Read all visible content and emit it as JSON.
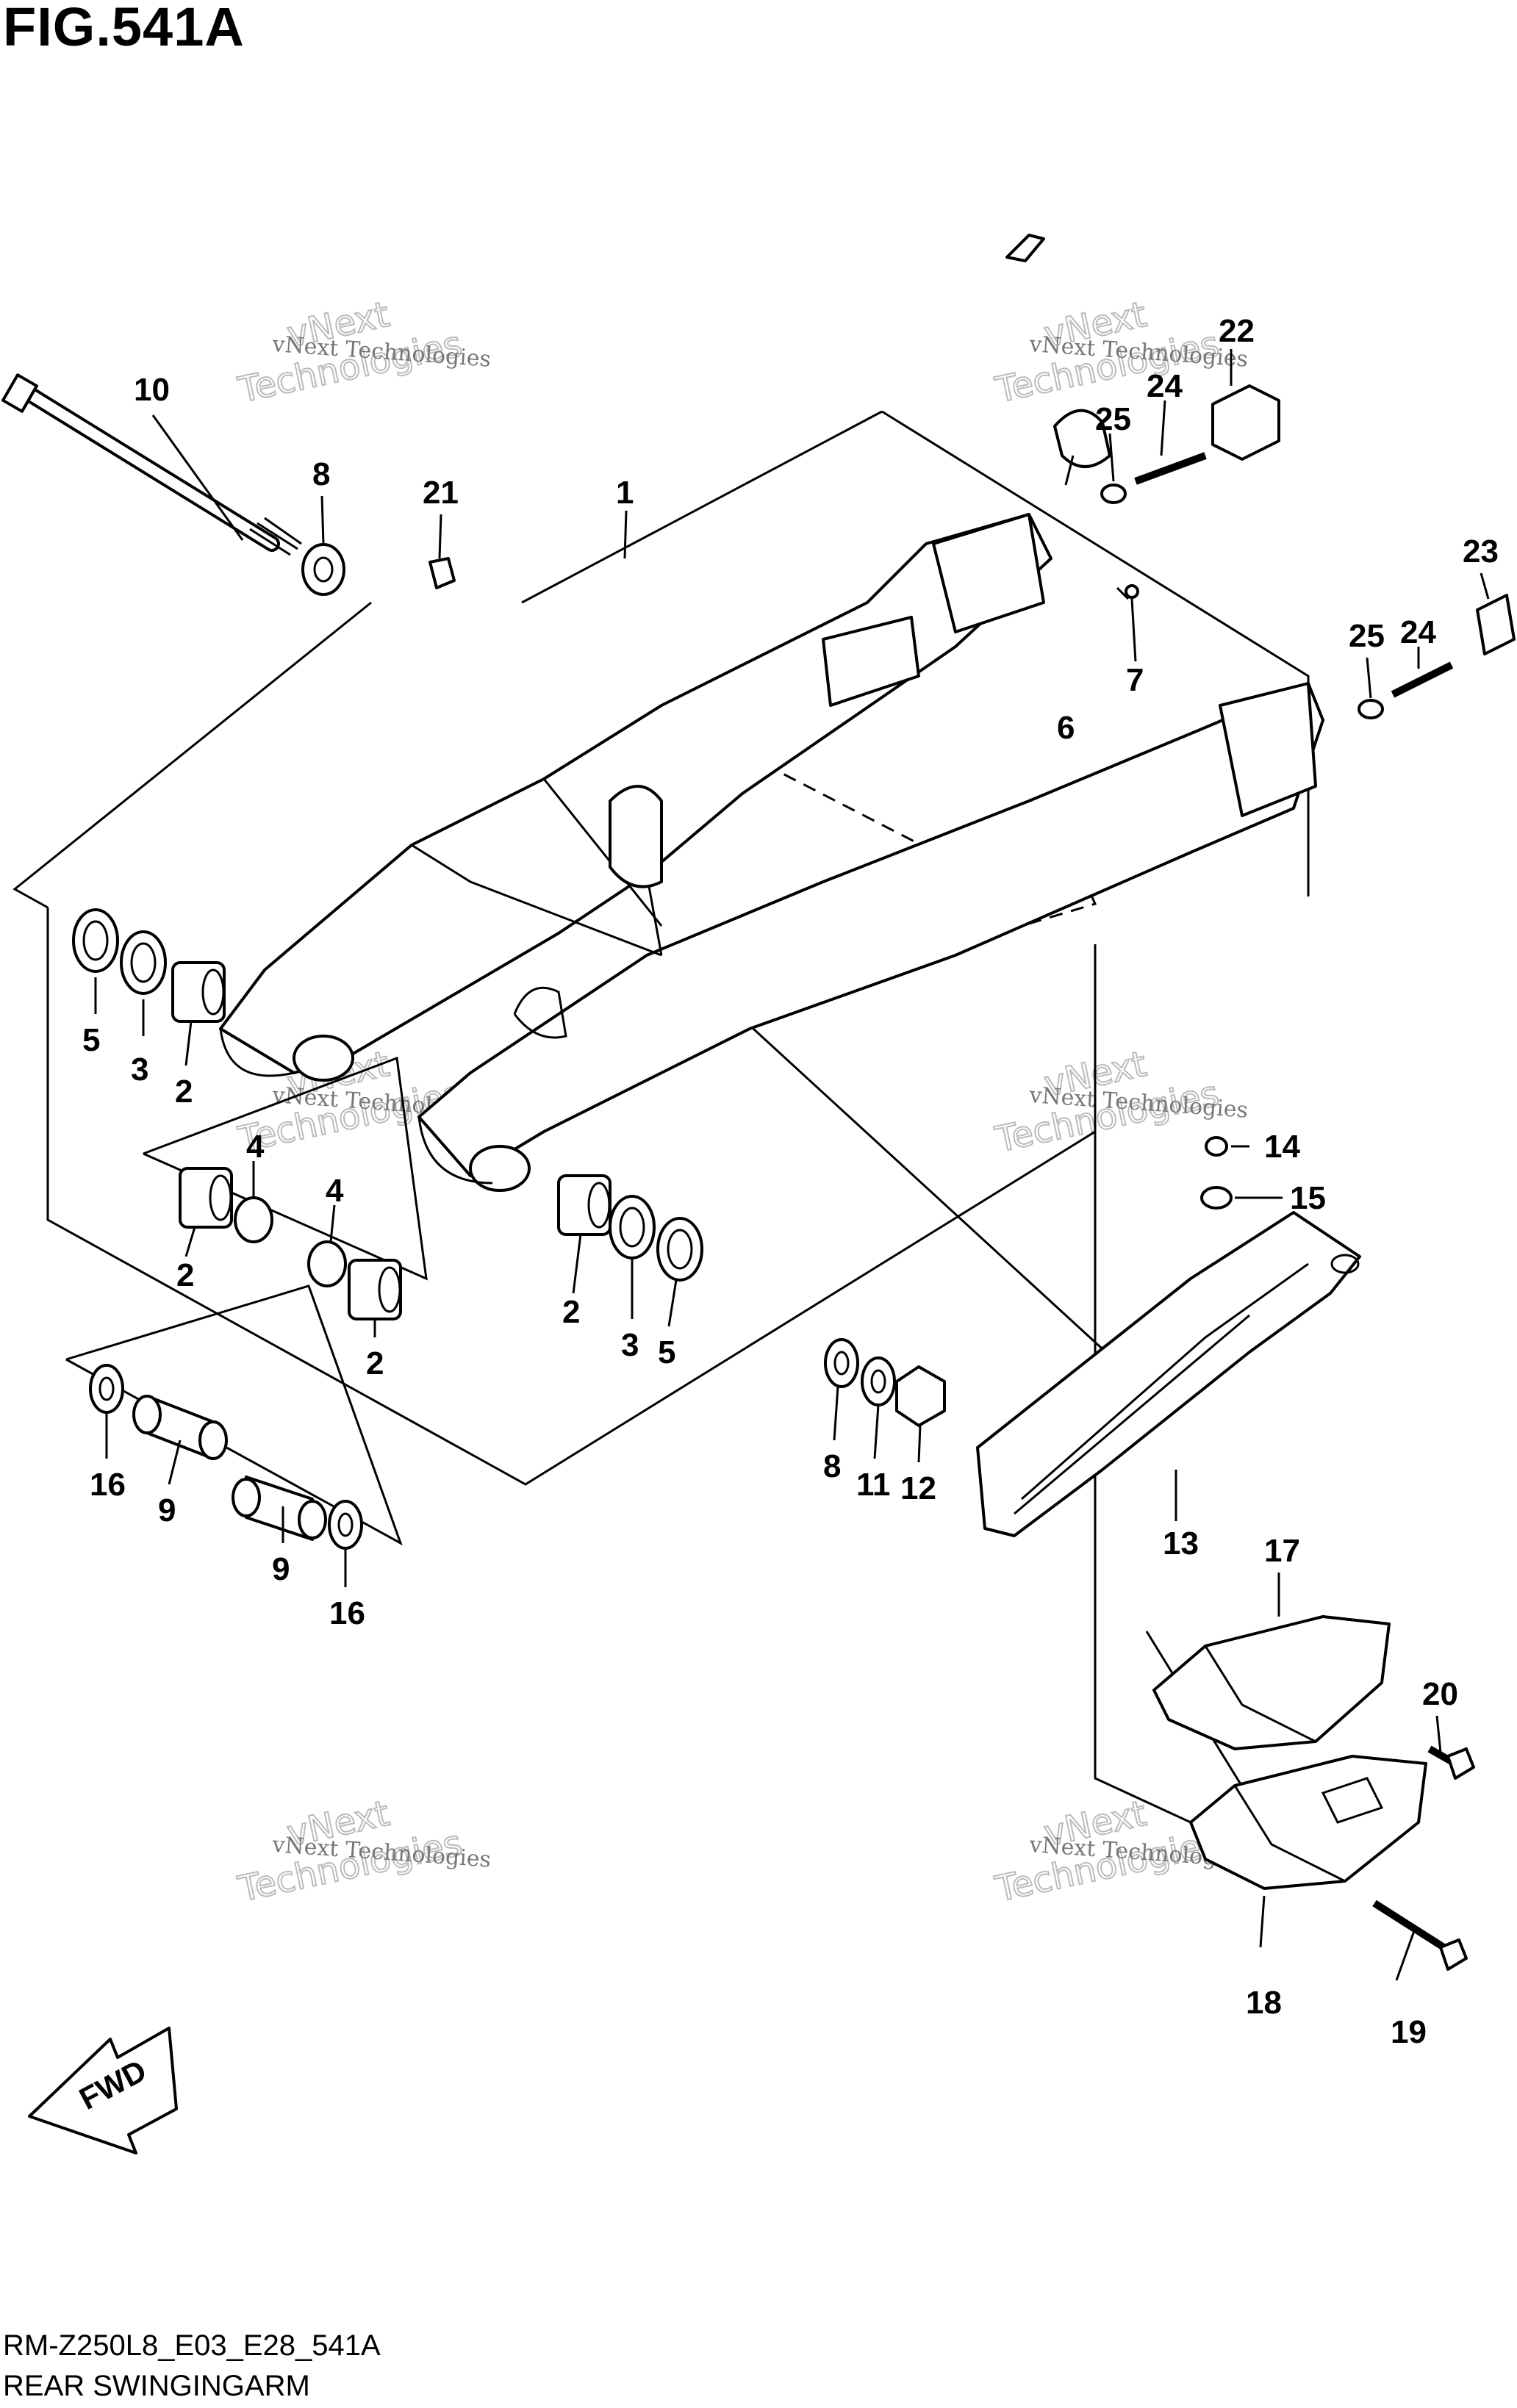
{
  "figure": {
    "title": "FIG.541A",
    "code": "RM-Z250L8_E03_E28_541A",
    "name": "REAR SWINGINGARM"
  },
  "watermark": {
    "line1": "vNext Technologies",
    "line2": "vNext",
    "line3": "Technologies"
  },
  "direction_badge": "FWD",
  "callouts": [
    "1",
    "2",
    "2",
    "2",
    "2",
    "3",
    "3",
    "4",
    "4",
    "5",
    "5",
    "6",
    "7",
    "8",
    "8",
    "9",
    "9",
    "10",
    "11",
    "12",
    "13",
    "14",
    "15",
    "16",
    "16",
    "17",
    "18",
    "19",
    "20",
    "21",
    "22",
    "23",
    "24",
    "24",
    "25",
    "25"
  ]
}
